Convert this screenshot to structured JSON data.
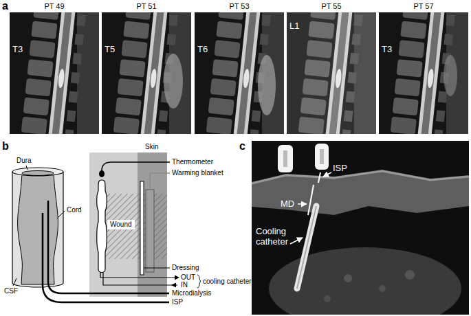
{
  "diagram": {
    "nodes": [
      {
        "text": [
          "PT 49",
          "T3"
        ]
      },
      {
        "text": [
          "PT 51",
          "T5"
        ]
      },
      {
        "text": [
          "PT 53",
          "T6"
        ]
      },
      {
        "text": [
          "PT 55",
          "L1"
        ]
      },
      {
        "text": [
          "PT 57",
          "T3"
        ]
      },
      {
        "text": [
          "Wound"
        ]
      },
      {
        "text": [
          "ISP",
          "MD",
          "Cooling catheter"
        ]
      }
    ],
    "labels": [
      "a",
      "b",
      "Dura",
      "Skin",
      "Thermometer",
      "Warming blanket",
      "Cord",
      "Dressing",
      "OUT",
      "IN",
      "cooling catheter",
      "CSF",
      "Microdialysis",
      "ISP",
      "c"
    ]
  }
}
